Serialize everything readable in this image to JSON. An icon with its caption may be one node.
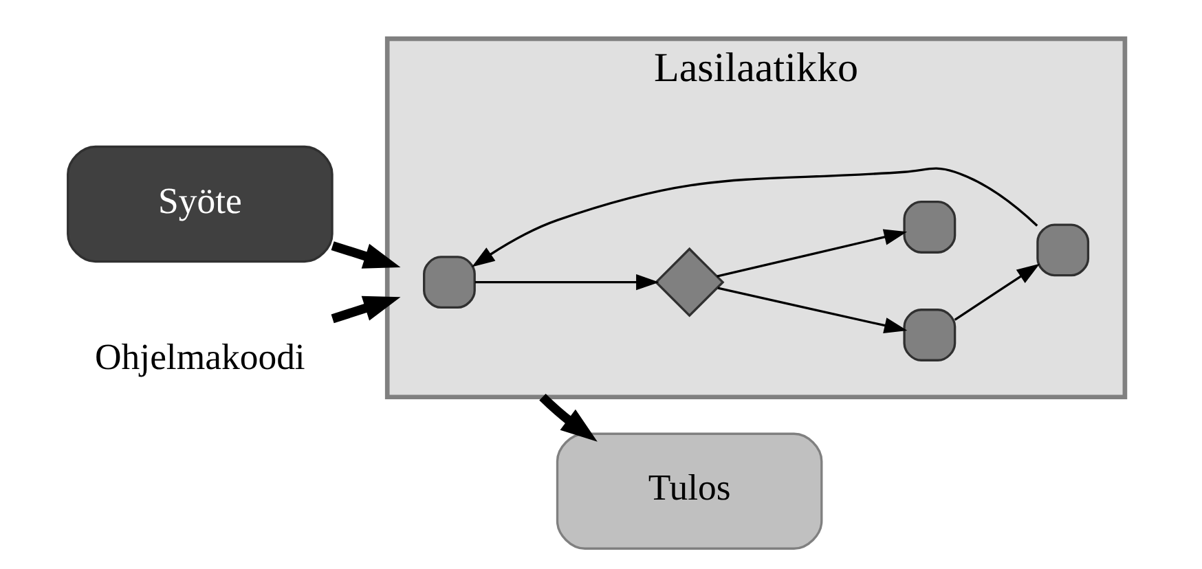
{
  "diagram": {
    "nodes": [
      {
        "text": [
          "Syöte"
        ]
      },
      {
        "text": [
          "Lasilaatikko"
        ]
      },
      {
        "text": [
          "Tulos"
        ]
      },
      {
        "text": [
          "Ohjelmakoodi"
        ]
      },
      {
        "text": [],
        "shape": "box",
        "in": 1
      },
      {
        "text": [],
        "shape": "diamond",
        "in": 1
      },
      {
        "text": [],
        "shape": "box",
        "in": 1
      },
      {
        "text": [],
        "shape": "box",
        "in": 1
      },
      {
        "text": [],
        "shape": "box",
        "in": 1
      }
    ],
    "edges": [
      {
        "from": 0,
        "to": 1,
        "arrow": "to",
        "style": "thick"
      },
      {
        "from": 1,
        "to": 2,
        "arrow": "to",
        "style": "thick"
      },
      {
        "from": 3,
        "to": 1,
        "arrow": "to",
        "style": "thick"
      },
      {
        "from": 4,
        "to": 5,
        "arrow": "to"
      },
      {
        "from": 5,
        "to": 6,
        "arrow": "to"
      },
      {
        "from": 6,
        "to": 7,
        "arrow": "to"
      },
      {
        "from": 7,
        "to": 4,
        "arrow": "to"
      },
      {
        "from": 5,
        "to": 8,
        "arrow": "to"
      }
    ]
  }
}
